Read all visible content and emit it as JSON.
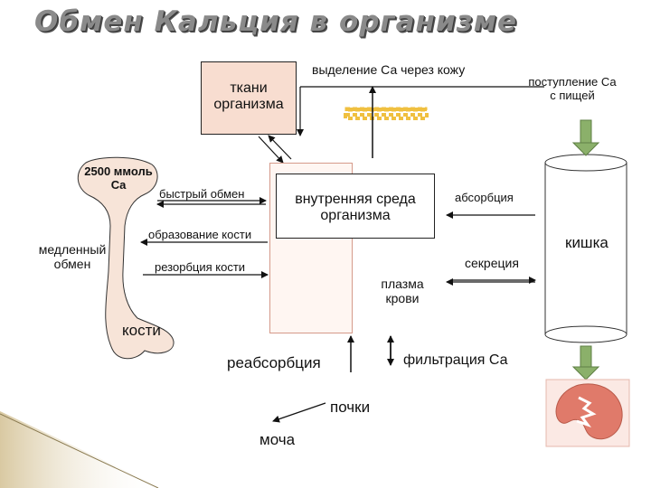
{
  "title": "Обмен Кальция в организме",
  "labels": {
    "excretion_skin": "выделение  Са через кожу",
    "intake_line1": "поступление Са",
    "intake_line2": "с пищей",
    "tissue_line1": "ткани",
    "tissue_line2": "организма",
    "bone_amount_line1": "2500 ммоль",
    "bone_amount_line2": "Ca",
    "fast_exchange": "быстрый обмен",
    "slow_exchange_line1": "медленный",
    "slow_exchange_line2": "обмен",
    "bone_formation": "образование кости",
    "bone_resorption": "резорбция кости",
    "bones": "кости",
    "inner_env_line1": "внутренняя среда",
    "inner_env_line2": "организма",
    "plasma_line1": "плазма",
    "plasma_line2": "крови",
    "absorption": "абсорбция",
    "secretion": "секреция",
    "intestine": "кишка",
    "reabsorption": "реабсорбция",
    "filtration": "фильтрация Са",
    "kidneys": "почки",
    "urine": "моча"
  },
  "colors": {
    "bone_fill": "#f7e4d8",
    "tissue_fill": "#f8ddd0",
    "plasma_fill": "#fff6f2",
    "plasma_border": "#d59a8a",
    "dotted_bar": "#f0c040",
    "green_arrow": "#8bb06a",
    "kidney": "#e07a6a",
    "kidney_bg": "#fbe9e4",
    "corner_accent": "#c9b27a"
  },
  "icons": {
    "bone": "bone-shape",
    "intestine": "cylinder-intestine",
    "kidney": "kidney-icon",
    "intake_arrow": "green-down-arrow-icon"
  }
}
